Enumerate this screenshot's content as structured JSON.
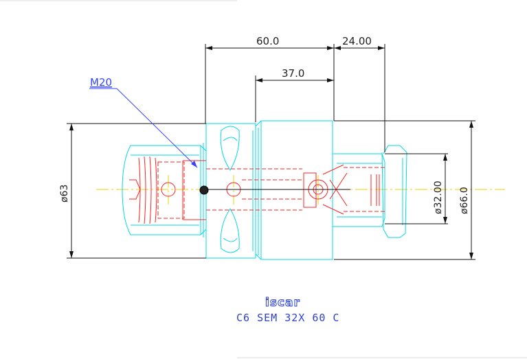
{
  "dimensions": {
    "d60": "60.0",
    "d24": "24.00",
    "d37": "37.0",
    "dia63": "ø63",
    "dia32": "ø32.00",
    "dia66": "ø66.0"
  },
  "callout": {
    "thread": "M20"
  },
  "logo": {
    "text": "iscar"
  },
  "caption": {
    "part_code": "C6 SEM 32X 60 C"
  },
  "colors": {
    "outline": "#00d8e8",
    "hidden": "#ff2020",
    "dimension": "#111111",
    "centerline": "#f0d000",
    "callout": "#3344ff",
    "caption": "#2a3fd0"
  }
}
